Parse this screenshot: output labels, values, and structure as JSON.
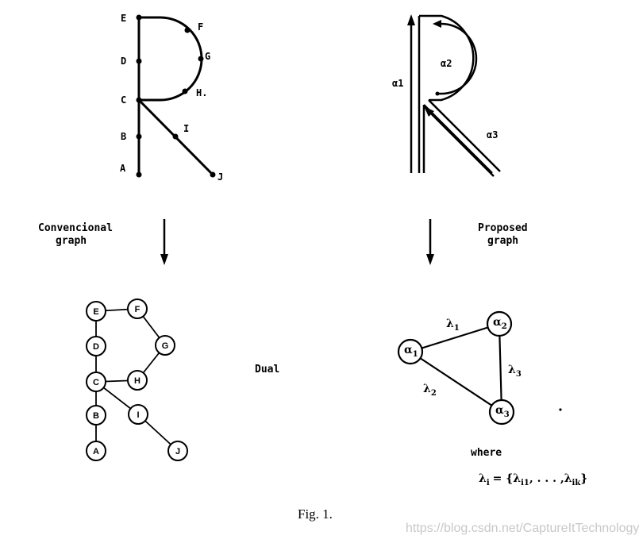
{
  "diagram": {
    "top_left": {
      "points": [
        {
          "id": "E",
          "label": "E"
        },
        {
          "id": "F",
          "label": "F"
        },
        {
          "id": "G",
          "label": "G"
        },
        {
          "id": "H",
          "label": "H."
        },
        {
          "id": "D",
          "label": "D"
        },
        {
          "id": "C",
          "label": "C"
        },
        {
          "id": "B",
          "label": "B"
        },
        {
          "id": "A",
          "label": "A"
        },
        {
          "id": "I",
          "label": "I"
        },
        {
          "id": "J",
          "label": "J"
        }
      ]
    },
    "top_right": {
      "arcs": [
        {
          "id": "a1",
          "label": "α1"
        },
        {
          "id": "a2",
          "label": "α2"
        },
        {
          "id": "a3",
          "label": "α3"
        }
      ]
    },
    "captions": {
      "conventional_line1": "Convencional",
      "conventional_line2": "graph",
      "proposed_line1": "Proposed",
      "proposed_line2": "graph",
      "dual": "Dual",
      "where": "where"
    },
    "bottom_left": {
      "nodes": [
        {
          "id": "E",
          "label": "E"
        },
        {
          "id": "F",
          "label": "F"
        },
        {
          "id": "G",
          "label": "G"
        },
        {
          "id": "D",
          "label": "D"
        },
        {
          "id": "C",
          "label": "C"
        },
        {
          "id": "H",
          "label": "H"
        },
        {
          "id": "B",
          "label": "B"
        },
        {
          "id": "I",
          "label": "I"
        },
        {
          "id": "A",
          "label": "A"
        },
        {
          "id": "J",
          "label": "J"
        }
      ],
      "edges": [
        [
          "E",
          "F"
        ],
        [
          "F",
          "G"
        ],
        [
          "G",
          "H"
        ],
        [
          "H",
          "C"
        ],
        [
          "E",
          "D"
        ],
        [
          "D",
          "C"
        ],
        [
          "C",
          "B"
        ],
        [
          "B",
          "A"
        ],
        [
          "C",
          "I"
        ],
        [
          "I",
          "J"
        ]
      ]
    },
    "bottom_right": {
      "nodes": [
        {
          "id": "n1",
          "base": "α",
          "sub": "1"
        },
        {
          "id": "n2",
          "base": "α",
          "sub": "2"
        },
        {
          "id": "n3",
          "base": "α",
          "sub": "3"
        }
      ],
      "edges": [
        {
          "from": "n1",
          "to": "n2",
          "base": "λ",
          "sub": "1"
        },
        {
          "from": "n2",
          "to": "n3",
          "base": "λ",
          "sub": "3"
        },
        {
          "from": "n1",
          "to": "n3",
          "base": "λ",
          "sub": "2"
        }
      ],
      "formula": {
        "lhs_base": "λ",
        "lhs_sub": "i",
        "rhs": "= {λ",
        "rhs_sub1": "i1",
        "mid": ", . . . ,λ",
        "rhs_sub2": "ik",
        "close": "}"
      }
    },
    "figure_caption": "Fig. 1.",
    "watermark": "https://blog.csdn.net/CaptureItTechnology"
  }
}
